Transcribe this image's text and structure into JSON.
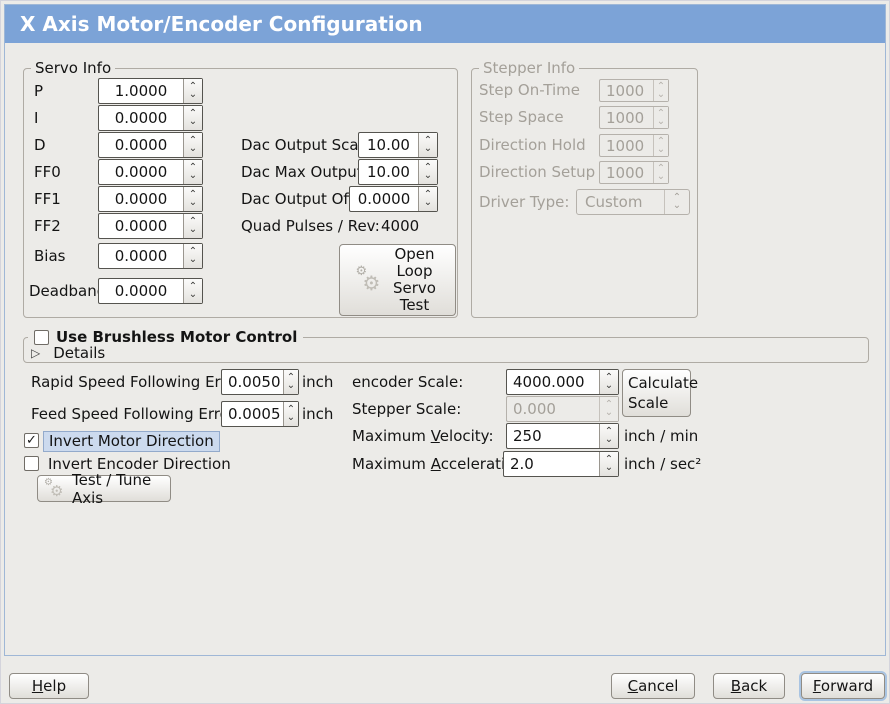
{
  "title": "X Axis Motor/Encoder Configuration",
  "icons": {
    "gear": "⚙",
    "up": "⌃",
    "down": "⌄",
    "expander": "▷",
    "check": "✓"
  },
  "colors": {
    "titlebar": "#7CA3D7",
    "window_bg": "#ECEBE8",
    "highlight": "#CCDAEE",
    "focus_ring": "#A9C4E2"
  },
  "servo_info": {
    "legend": "Servo Info",
    "rows": [
      {
        "label": "P",
        "value": "1.0000"
      },
      {
        "label": "I",
        "value": "0.0000"
      },
      {
        "label": "D",
        "value": "0.0000"
      },
      {
        "label": "FF0",
        "value": "0.0000"
      },
      {
        "label": "FF1",
        "value": "0.0000"
      },
      {
        "label": "FF2",
        "value": "0.0000"
      },
      {
        "label": "Bias",
        "value": "0.0000"
      },
      {
        "label": "Deadband",
        "value": "0.0000"
      }
    ]
  },
  "dac": {
    "output_scale_label": "Dac Output Scale:",
    "output_scale_value": "10.00",
    "max_output_label": "Dac Max Output:",
    "max_output_value": "10.00",
    "output_offset_label": "Dac Output Offset:",
    "output_offset_value": "0.0000",
    "quad_pulses_label": "Quad Pulses / Rev:",
    "quad_pulses_value": "4000",
    "open_loop_button": "Open Loop Servo Test"
  },
  "stepper_info": {
    "legend": "Stepper Info",
    "rows": [
      {
        "label": "Step On-Time",
        "value": "1000"
      },
      {
        "label": "Step Space",
        "value": "1000"
      },
      {
        "label": "Direction Hold",
        "value": "1000"
      },
      {
        "label": "Direction Setup",
        "value": "1000"
      }
    ],
    "driver_type_label": "Driver Type:",
    "driver_type_value": "Custom"
  },
  "brushless": {
    "label": "Use Brushless Motor Control",
    "details": "Details"
  },
  "following_error": {
    "rapid_label": "Rapid Speed Following Error:",
    "rapid_value": "0.0050",
    "rapid_unit": "inch",
    "feed_label": "Feed Speed Following Error:",
    "feed_value": "0.0005",
    "feed_unit": "inch"
  },
  "options": {
    "invert_motor": "Invert Motor Direction",
    "invert_motor_checked": true,
    "invert_encoder": "Invert Encoder Direction",
    "invert_encoder_checked": false,
    "use_brushless_checked": false,
    "test_tune": "Test / Tune Axis"
  },
  "motion": {
    "encoder_scale_label": "encoder Scale:",
    "encoder_scale_value": "4000.000",
    "calculate_button": "Calculate Scale",
    "stepper_scale_label": "Stepper Scale:",
    "stepper_scale_value": "0.000",
    "velocity_pre": "Maximum ",
    "velocity_mn": "V",
    "velocity_post": "elocity:",
    "velocity_value": "250",
    "velocity_unit": "inch / min",
    "accel_pre": "Maximum ",
    "accel_mn": "A",
    "accel_post": "cceleration:",
    "accel_value": "2.0",
    "accel_unit": "inch / sec²"
  },
  "footer": {
    "help_mn": "H",
    "help_rest": "elp",
    "cancel_mn": "C",
    "cancel_rest": "ancel",
    "back_mn": "B",
    "back_rest": "ack",
    "forward_mn": "F",
    "forward_rest": "orward"
  }
}
